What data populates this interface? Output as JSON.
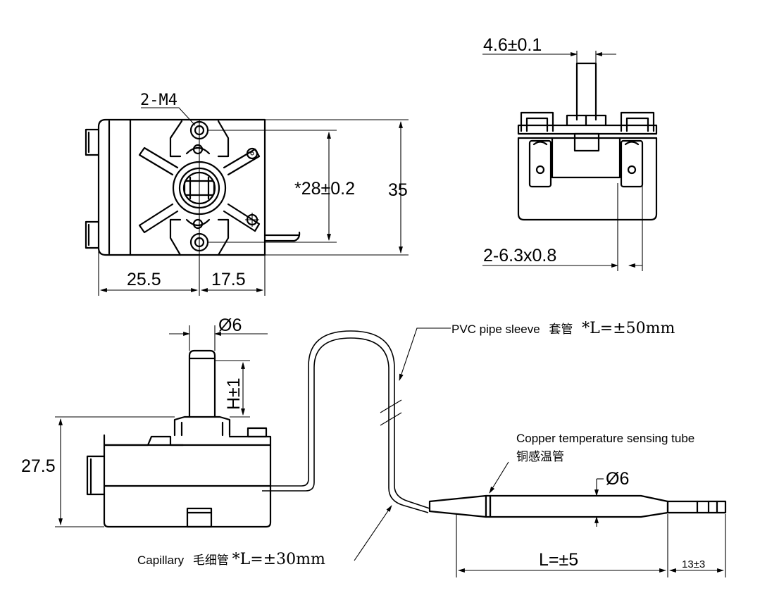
{
  "top_view": {
    "hole_label": "2-M4",
    "hole_spacing": "*28±0.2",
    "height": "35",
    "width_left": "25.5",
    "width_right": "17.5"
  },
  "side_view": {
    "shaft_flat": "4.6±0.1",
    "terminals": "2-6.3x0.8"
  },
  "front_view": {
    "shaft_diameter": "Ø6",
    "shaft_height": "H±1",
    "body_height": "27.5"
  },
  "pvc_sleeve": {
    "label_en": "PVC pipe sleeve",
    "label_cn": "套管",
    "length": "*L=±50mm"
  },
  "capillary": {
    "label_en": "Capillary",
    "label_cn": "毛细管",
    "length": "*L=±30mm"
  },
  "sensing_tube": {
    "label_en": "Copper temperature sensing tube",
    "label_cn": "铜感温管",
    "diameter": "Ø6",
    "length": "L=±5",
    "tip_length": "13±3"
  }
}
